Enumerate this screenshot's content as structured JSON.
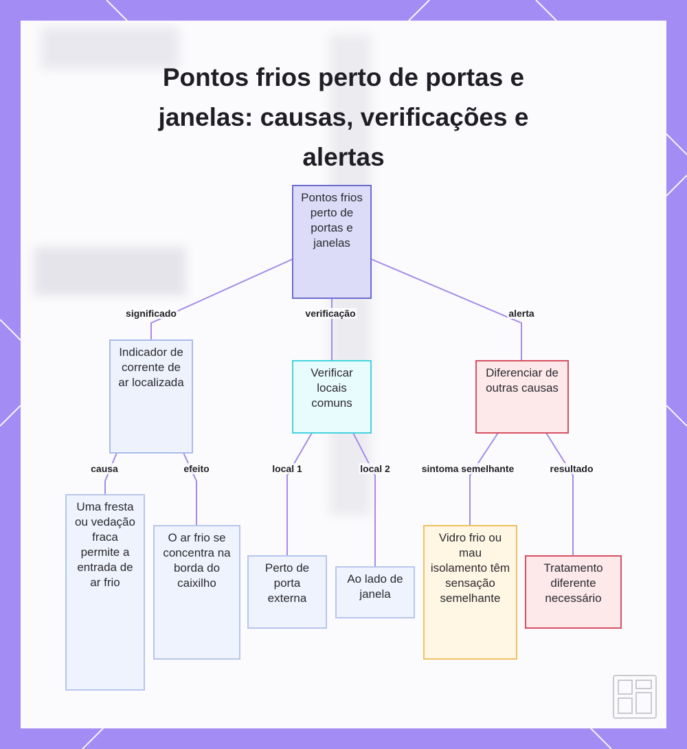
{
  "title": "Pontos frios perto de portas e janelas: causas, verificações e alertas",
  "colors": {
    "border": "#a48cf5",
    "edge": "#a48be8",
    "root": "#6b6bd0",
    "cause": "#a9bbe8",
    "check": "#45d3df",
    "alert": "#d65060",
    "symptom": "#f0c060"
  },
  "nodes": {
    "root": "Pontos frios perto de portas e janelas",
    "indicator": "Indicador de corrente de ar localizada",
    "check": "Verificar locais comuns",
    "differentiate": "Diferenciar de outras causas",
    "gap": "Uma fresta ou vedação fraca permite a entrada de ar frio",
    "concentrate": "O ar frio se concentra na borda do caixilho",
    "door": "Perto de porta externa",
    "window": "Ao lado de janela",
    "glass": "Vidro frio ou mau isolamento têm sensação semelhante",
    "treatment": "Tratamento diferente necessário"
  },
  "edges": {
    "meaning": "significado",
    "verification": "verificação",
    "alert": "alerta",
    "cause": "causa",
    "effect": "efeito",
    "place1": "local 1",
    "place2": "local 2",
    "similar": "sintoma semelhante",
    "result": "resultado"
  }
}
